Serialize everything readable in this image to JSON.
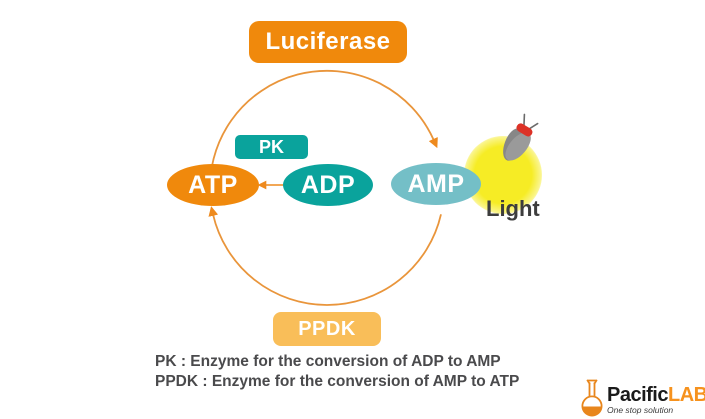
{
  "diagram": {
    "luciferase": "Luciferase",
    "enzymes": {
      "pk": "PK",
      "ppdk": "PPDK"
    },
    "molecules": {
      "atp": "ATP",
      "adp": "ADP",
      "amp": "AMP"
    },
    "light": "Light",
    "captions": {
      "pk": "PK : Enzyme for the conversion of ADP to AMP",
      "ppdk": "PPDK : Enzyme for the conversion of AMP to ATP"
    },
    "cycle_direction": "clockwise"
  },
  "logo": {
    "name": "Pacific",
    "suffix": "LAB",
    "tagline": "One stop solution"
  },
  "icons": {
    "firefly": "firefly-icon",
    "flask": "flask-icon"
  },
  "colors": {
    "orange": "#F0890C",
    "teal": "#0AA39C",
    "light_teal": "#74BFC7",
    "amber": "#F9BE59",
    "arc_orange": "#E9953B",
    "arrow_orange": "#EE8A1E",
    "glow_yellow": "#F6EC25",
    "firefly_gray": "#8E8E8E",
    "firefly_red": "#DC3227",
    "caption_text": "#4A4A4C",
    "logo_orange": "#F6921E",
    "logo_black": "#1A1A1A"
  }
}
